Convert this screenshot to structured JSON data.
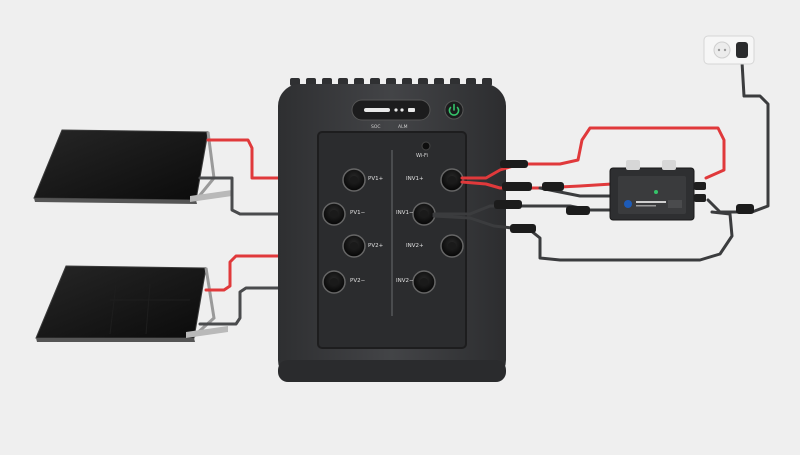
{
  "status_display": {
    "soc_label": "SOC",
    "alm_label": "ALM"
  },
  "wifi_label": "Wi-Fi",
  "ports": {
    "pv1_plus": "PV1+",
    "pv1_minus": "PV1−",
    "pv2_plus": "PV2+",
    "pv2_minus": "PV2−",
    "inv1_plus": "INV1+",
    "inv1_minus": "INV1−",
    "inv2_plus": "INV2+",
    "inv2_minus": "INV2−"
  },
  "colors": {
    "background": "#efefef",
    "storage_body": "#3a3b3d",
    "panel_inset": "#2b2c2e",
    "positive_cable": "#e0393b",
    "negative_cable": "#4a4b4d",
    "power_led": "#35c46a",
    "solar_panel": "#141414"
  },
  "icons": [
    "power-icon",
    "wifi-antenna-icon",
    "wall-socket-icon",
    "inverter-logo-icon"
  ]
}
